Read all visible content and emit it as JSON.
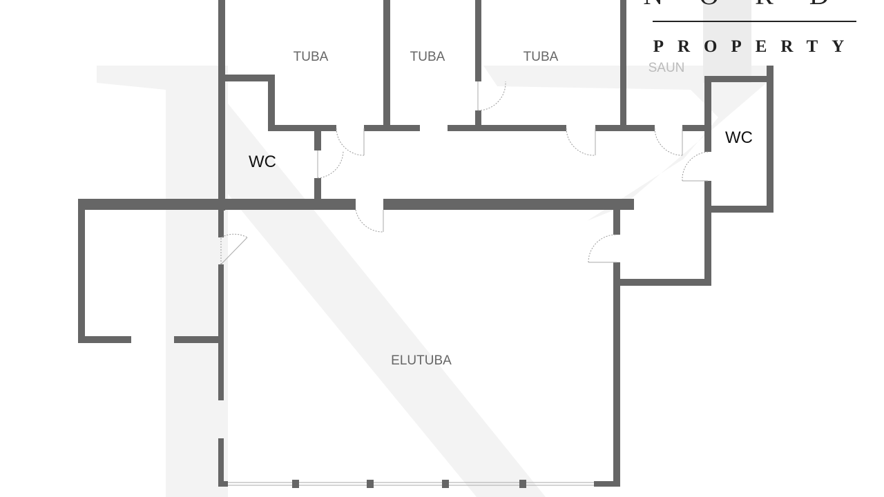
{
  "logo": {
    "line1": "NORD",
    "line2": "PROPERTY"
  },
  "watermark": "N",
  "rooms": {
    "tuba1": "TUBA",
    "tuba2": "TUBA",
    "tuba3": "TUBA",
    "saun": "SAUN",
    "wc_left": "WC",
    "wc_right": "WC",
    "elutuba": "ELUTUBA"
  },
  "colors": {
    "wall": "#666666",
    "watermark": "#f2f2f2",
    "logo": "#222222"
  }
}
